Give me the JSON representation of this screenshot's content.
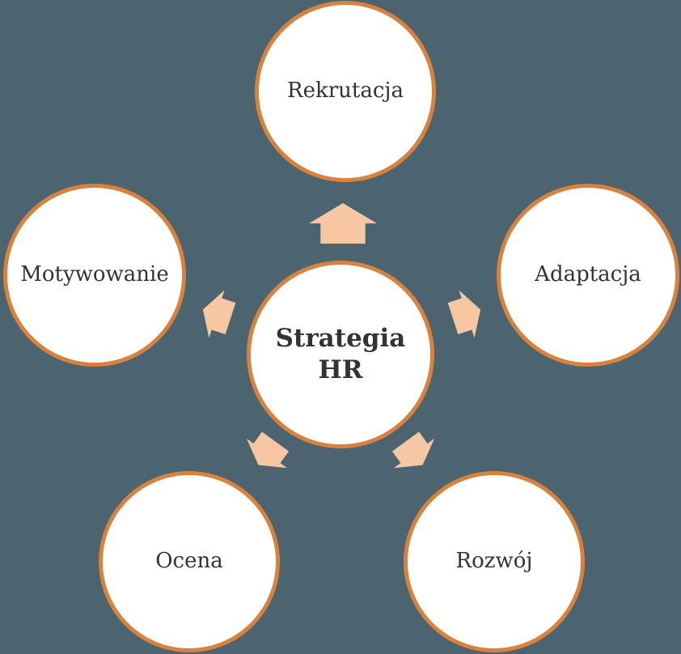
{
  "diagram": {
    "type": "radial-cycle",
    "center": {
      "label": "Strategia HR"
    },
    "nodes": [
      {
        "id": "rekrutacja",
        "label": "Rekrutacja",
        "position": "top"
      },
      {
        "id": "adaptacja",
        "label": "Adaptacja",
        "position": "right"
      },
      {
        "id": "rozwoj",
        "label": "Rozwój",
        "position": "bottom-right"
      },
      {
        "id": "ocena",
        "label": "Ocena",
        "position": "bottom-left"
      },
      {
        "id": "motywowanie",
        "label": "Motywowanie",
        "position": "left"
      }
    ],
    "arrows": [
      {
        "from": "center",
        "to": "rekrutacja",
        "direction": "up"
      },
      {
        "from": "center",
        "to": "adaptacja",
        "direction": "right"
      },
      {
        "from": "center",
        "to": "rozwoj",
        "direction": "down-right"
      },
      {
        "from": "center",
        "to": "ocena",
        "direction": "down-left"
      },
      {
        "from": "center",
        "to": "motywowanie",
        "direction": "left"
      }
    ],
    "colors": {
      "background": "#4b6470",
      "circle_border": "#d9823e",
      "circle_fill": "#ffffff",
      "arrow_fill": "#f7c7a3",
      "text": "#333333"
    }
  }
}
